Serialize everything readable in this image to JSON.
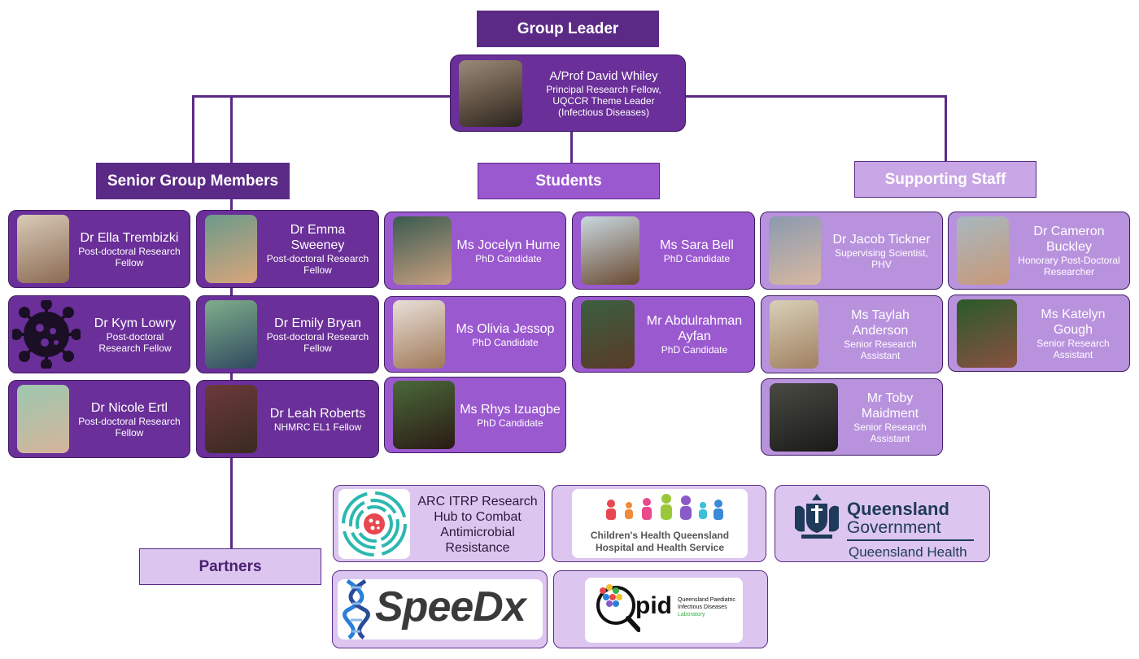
{
  "headers": {
    "group_leader": "Group Leader",
    "senior": "Senior Group Members",
    "students": "Students",
    "support": "Supporting Staff",
    "partners": "Partners"
  },
  "leader": {
    "name": "A/Prof David Whiley",
    "role_line1": "Principal Research Fellow,",
    "role_line2": "UQCCR Theme Leader",
    "role_line3": "(Infectious Diseases)"
  },
  "senior": [
    {
      "name": "Dr Ella Trembizki",
      "role": "Post-doctoral Research Fellow"
    },
    {
      "name": "Dr Emma Sweeney",
      "role": "Post-doctoral Research Fellow"
    },
    {
      "name": "Dr Kym Lowry",
      "role": "Post-doctoral Research Fellow"
    },
    {
      "name": "Dr Emily Bryan",
      "role": "Post-doctoral Research Fellow"
    },
    {
      "name": "Dr Nicole Ertl",
      "role": "Post-doctoral Research Fellow"
    },
    {
      "name": "Dr Leah Roberts",
      "role": "NHMRC EL1 Fellow"
    }
  ],
  "students": [
    {
      "name": "Ms Jocelyn Hume",
      "role": "PhD Candidate"
    },
    {
      "name": "Ms Sara Bell",
      "role": "PhD Candidate"
    },
    {
      "name": "Ms Olivia Jessop",
      "role": "PhD Candidate"
    },
    {
      "name": "Mr Abdulrahman Ayfan",
      "role": "PhD Candidate"
    },
    {
      "name": "Ms Rhys Izuagbe",
      "role": "PhD Candidate"
    }
  ],
  "support": [
    {
      "name": "Dr Jacob Tickner",
      "role": "Supervising Scientist, PHV"
    },
    {
      "name": "Dr Cameron Buckley",
      "role": "Honorary Post-Doctoral Researcher"
    },
    {
      "name": "Ms Taylah Anderson",
      "role": "Senior Research Assistant"
    },
    {
      "name": "Ms Katelyn Gough",
      "role": "Senior Research Assistant"
    },
    {
      "name": "Mr Toby Maidment",
      "role": "Senior Research Assistant"
    }
  ],
  "partners": {
    "arc": "ARC ITRP Research Hub to Combat Antimicrobial Resistance",
    "chq_line1": "Children's Health Queensland",
    "chq_line2": "Hospital and Health Service",
    "qg_line1": "Queensland",
    "qg_line2": "Government",
    "qg_line3": "Queensland Health",
    "speedx": "SpeeDx",
    "qpid": "pid",
    "qpid_sub1": "Queensland Paediatric",
    "qpid_sub2": "Infectious Diseases",
    "qpid_sub3": "Laboratory"
  },
  "colors": {
    "dark": "#5b2a86",
    "card_dark": "#6a2f99",
    "card_mid": "#9b59d0",
    "card_light": "#b992de",
    "pale": "#dcc6ef"
  },
  "icons": {
    "virus": "virus-icon",
    "arc": "arc-hub-logo",
    "speedx": "dna-icon",
    "qpid": "magnifier-icon",
    "crest": "crest-icon"
  }
}
